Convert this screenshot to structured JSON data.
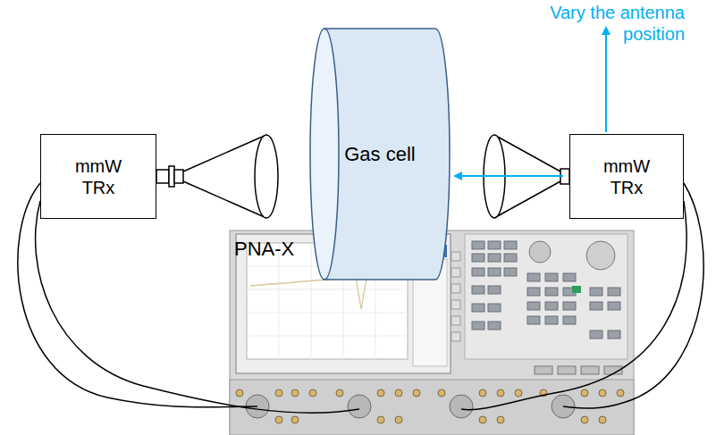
{
  "diagram": {
    "nodes": [
      {
        "text": [
          "mmW TRx"
        ]
      },
      {
        "text": [
          "Gas cell"
        ]
      },
      {
        "text": [
          "mmW TRx"
        ]
      }
    ],
    "labels": [
      "Vary the antenna position",
      "PNA-X"
    ]
  }
}
